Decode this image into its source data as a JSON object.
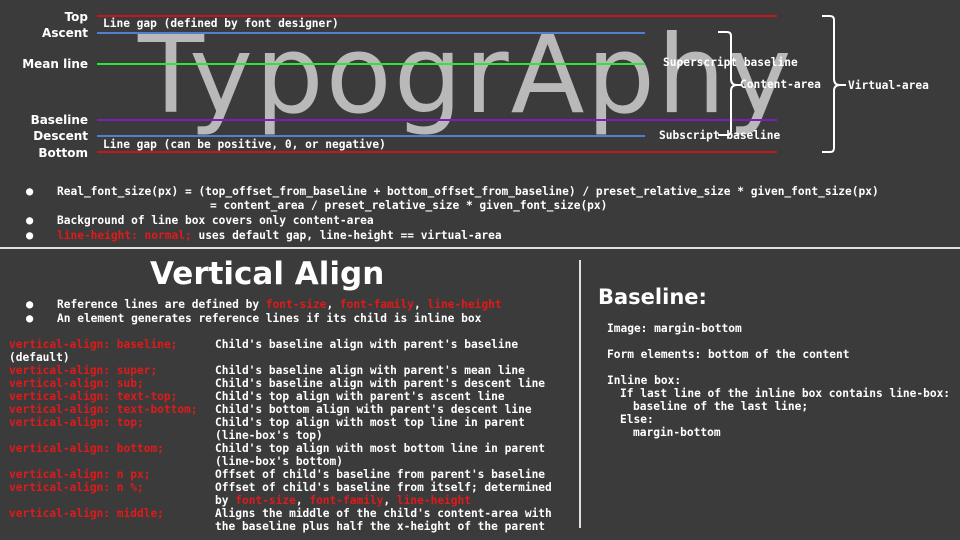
{
  "diagram": {
    "line_labels": [
      "Top",
      "Ascent",
      "Mean line",
      "Baseline",
      "Descent",
      "Bottom"
    ],
    "big_word": "TypogrAphy",
    "gap_top": "Line gap (defined by font designer)",
    "gap_bottom": "Line gap (can be positive, 0, or negative)",
    "superscript": "Superscript baseline",
    "subscript": "Subscript baseline",
    "content_area": "Content-area",
    "virtual_area": "Virtual-area",
    "colors": {
      "red": "#c4161c",
      "blue": "#4f7fcf",
      "green": "#2ee62e",
      "purple": "#7a1fb8",
      "grey_text": "#b9b9b9"
    }
  },
  "notes": {
    "formula_line1": "Real_font_size(px) = (top_offset_from_baseline + bottom_offset_from_baseline) / preset_relative_size * given_font_size(px)",
    "formula_line2": "= content_area / preset_relative_size * given_font_size(px)",
    "bg_note": "Background of line box covers only content-area",
    "lh_red": "line-height: normal;",
    "lh_rest": " uses default gap, line-height == virtual-area"
  },
  "vertical_align": {
    "title": "Vertical Align",
    "ref_prefix": "Reference lines are defined by ",
    "ref_font_size": "font-size",
    "ref_font_family": "font-family",
    "ref_line_height": "line-height",
    "ref_sep": ", ",
    "generates": "An element generates reference lines if its child is inline box",
    "baseline_prop": "vertical-align: baseline;",
    "default_note": "(default)",
    "props": [
      "vertical-align: baseline;",
      "vertical-align: super;",
      "vertical-align: sub;",
      "vertical-align: text-top;",
      "vertical-align: text-bottom;",
      "vertical-align: top;",
      "vertical-align: bottom;",
      "vertical-align: n px;",
      "vertical-align: n %;",
      "vertical-align: middle;"
    ],
    "descs": [
      "Child's baseline align with parent's baseline",
      "Child's baseline align with parent's mean line",
      "Child's baseline align with parent's descent line",
      "Child's top align with parent's ascent line",
      "Child's bottom align with parent's descent line",
      "Child's top align with most top line in parent",
      "(line-box's top)",
      "Child's top align with most bottom line in parent",
      "(line-box's bottom)",
      "Offset of child's baseline from parent's baseline",
      "Offset of child's baseline from itself; determined",
      "by ",
      "Aligns the middle of the child's content-area with",
      "the baseline plus half the x-height of the parent"
    ]
  },
  "baseline": {
    "title": "Baseline:",
    "lines": [
      "Image: margin-bottom",
      "Form elements: bottom of the content",
      "Inline box:",
      "If last line of the inline box contains line-box:",
      "baseline of the last line;",
      "Else:",
      "margin-bottom"
    ]
  }
}
